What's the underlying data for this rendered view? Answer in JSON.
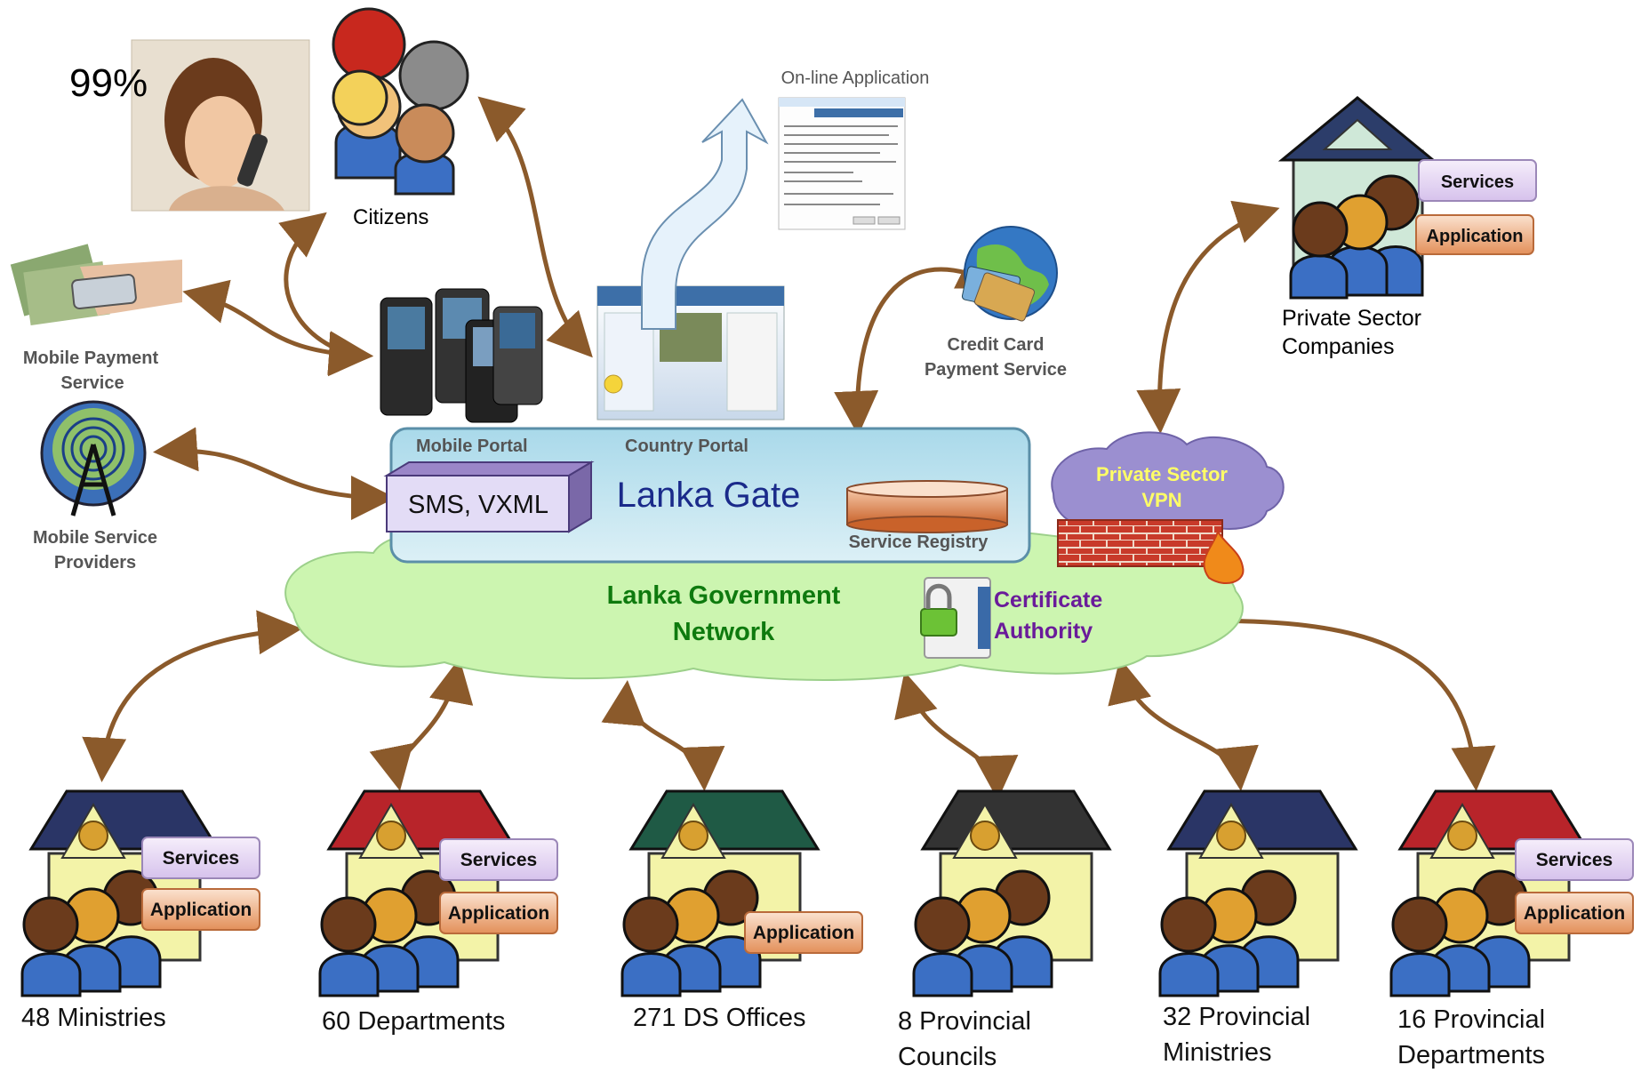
{
  "top": {
    "percent": "99%",
    "citizens": "Citizens",
    "online_application": "On-line Application",
    "mobile_payment": [
      "Mobile Payment",
      "Service"
    ],
    "credit_card": [
      "Credit Card",
      "Payment Service"
    ],
    "private_sector": [
      "Private Sector",
      "Companies"
    ],
    "mobile_providers": [
      "Mobile Service",
      "Providers"
    ]
  },
  "gateway": {
    "mobile_portal": "Mobile Portal",
    "country_portal": "Country Portal",
    "sms": "SMS, VXML",
    "title": "Lanka Gate",
    "registry": "Service Registry"
  },
  "network": {
    "title": [
      "Lanka Government",
      "Network"
    ],
    "ca": [
      "Certificate",
      "Authority"
    ],
    "vpn": [
      "Private Sector",
      "VPN"
    ]
  },
  "tags": {
    "services": "Services",
    "application": "Application"
  },
  "orgs": [
    {
      "label": [
        "48 Ministries"
      ],
      "roof": "#2a3566"
    },
    {
      "label": [
        "60 Departments"
      ],
      "roof": "#b8242a"
    },
    {
      "label": [
        "271 DS Offices"
      ],
      "roof": "#1f5a45"
    },
    {
      "label": [
        "8 Provincial",
        "Councils"
      ],
      "roof": "#333333"
    },
    {
      "label": [
        "32 Provincial",
        "Ministries"
      ],
      "roof": "#2a3566"
    },
    {
      "label": [
        "16 Provincial",
        "Departments"
      ],
      "roof": "#b8242a"
    }
  ],
  "colors": {
    "arrow": "#8b5a2b",
    "gateway_fill": "#bfe3ee",
    "network_fill": "#ccf5b0",
    "network_text": "#0e7a0e",
    "ca_text": "#6a1b9a",
    "vpn_fill": "#9b8fd0",
    "vpn_text": "#ffff66",
    "gateway_title": "#1a2a8a"
  }
}
